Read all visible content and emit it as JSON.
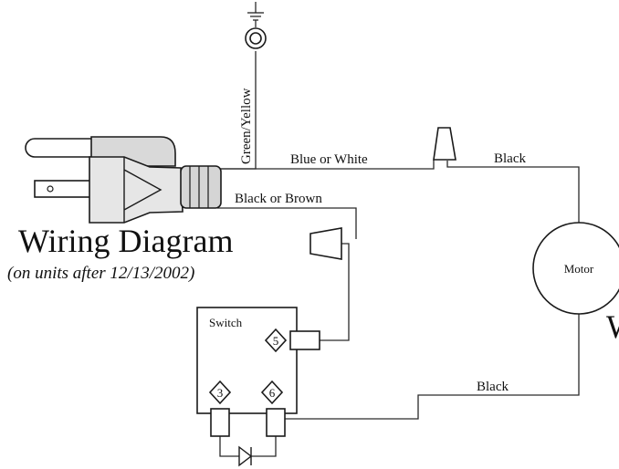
{
  "title": "Wiring Diagram",
  "subtitle": "(on units after 12/13/2002)",
  "wires": {
    "ground": "Green/Yellow",
    "neutral": "Blue or White",
    "hot": "Black or Brown",
    "motor_top": "Black",
    "motor_bottom": "Black"
  },
  "components": {
    "motor": "Motor",
    "switch": "Switch",
    "terminal_a": "5",
    "terminal_b": "3",
    "terminal_c": "6"
  },
  "edge_fragment": "W"
}
